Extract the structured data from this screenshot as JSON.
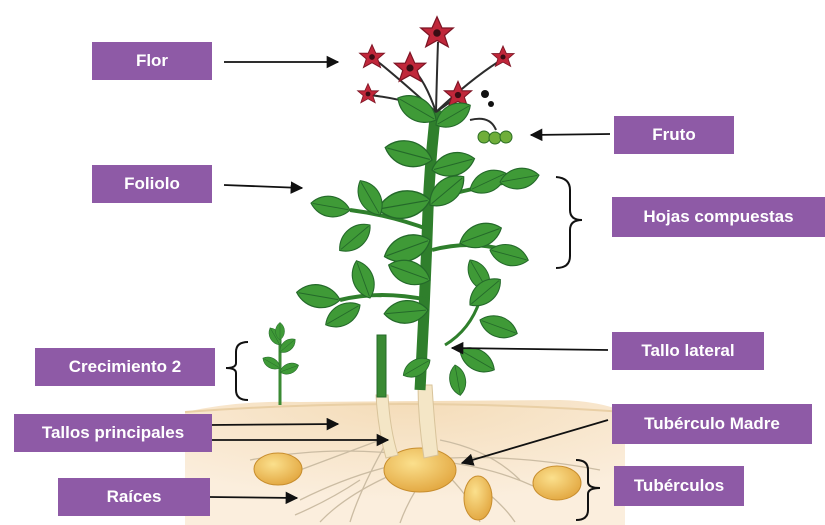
{
  "diagram": {
    "labels": {
      "flor": "Flor",
      "fruto": "Fruto",
      "foliolo": "Foliolo",
      "hojas_compuestas": "Hojas compuestas",
      "crecimiento": "Crecimiento  2",
      "tallo_lateral": "Tallo lateral",
      "tallos_principales": "Tallos principales",
      "tuberculo_madre": "Tubérculo Madre",
      "raices": "Raíces",
      "tuberculos": "Tubérculos"
    },
    "colors": {
      "label_bg": "#8e5aa6",
      "label_text": "#ffffff",
      "soil": "#f7e3c4",
      "leaf": "#3f9a37",
      "leaf_dark": "#2c7a2a",
      "stem": "#3a8a33",
      "flower": "#c0273a",
      "tuber": "#f0c15d",
      "root": "#d8cbb6"
    }
  }
}
